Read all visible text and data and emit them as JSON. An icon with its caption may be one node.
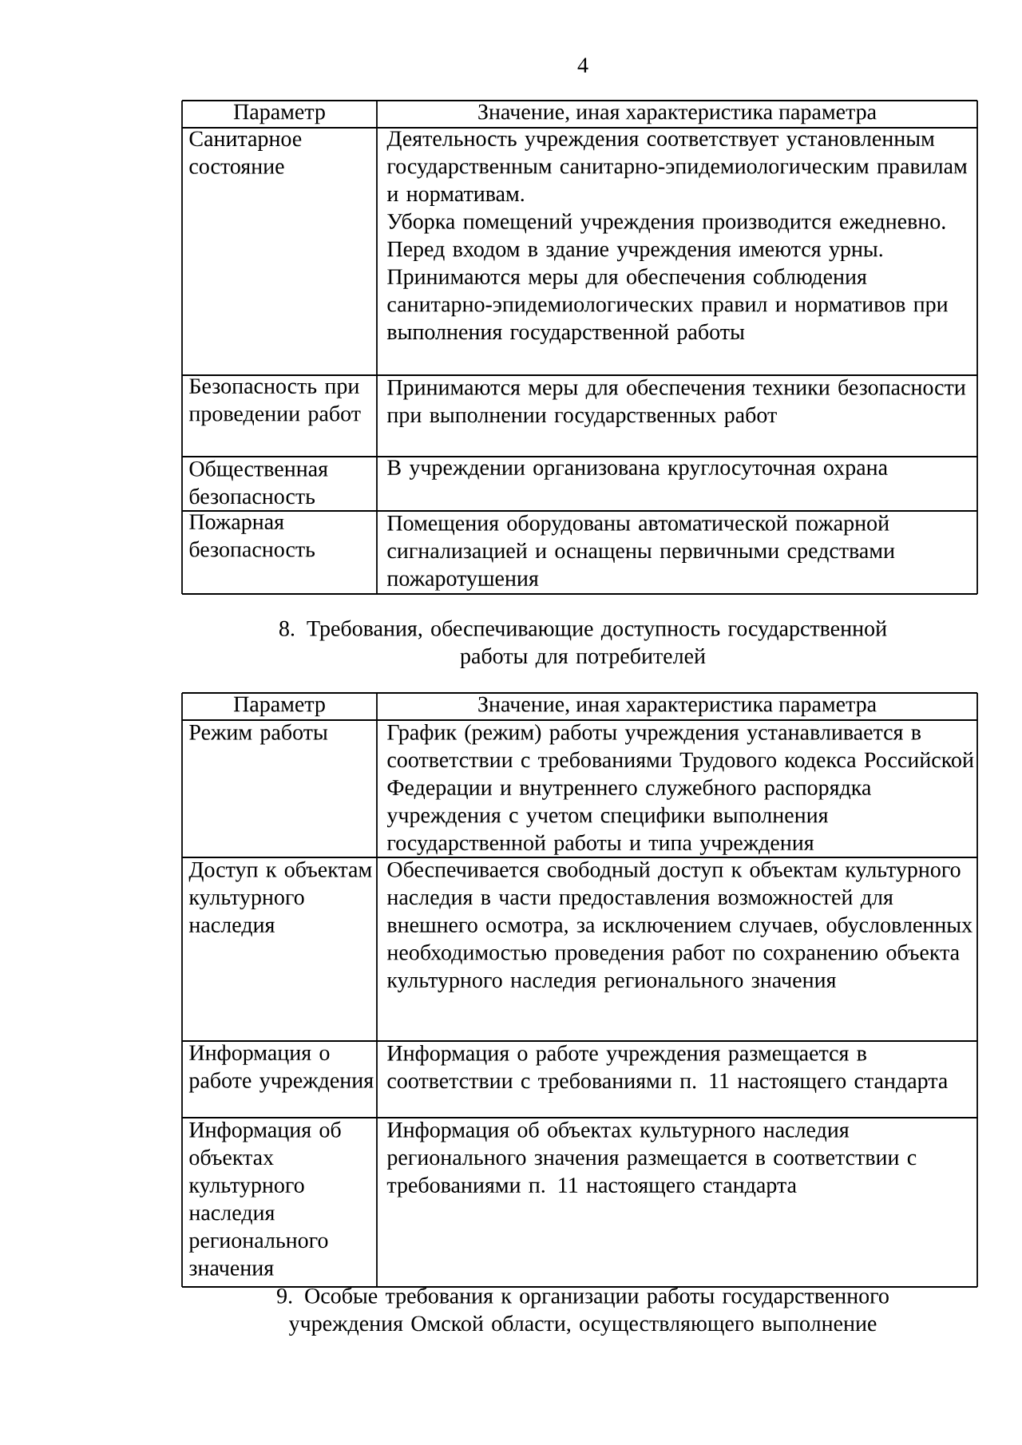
{
  "diagram": {
    "labels": [
      "4",
      "Параметр",
      "Значение, иная характеристика параметра",
      "Санитарное состояние",
      "Деятельность учреждения соответствует установленным государственным санитарно-эпидемиологическим правилам и нормативам.",
      "Уборка помещений учреждения производится ежедневно.",
      "Перед входом в здание учреждения имеются урны.",
      "Принимаются меры для обеспечения соблюдения санитарно-эпидемиологических правил и нормативов при выполнения государственной работы",
      "Безопасность при проведении работ",
      "Принимаются меры для обеспечения техники безопасности при выполнении государственных работ",
      "Общественная безопасность",
      "В учреждении организована круглосуточная охрана",
      "Пожарная безопасность",
      "Помещения оборудованы автоматической пожарной сигнализацией и оснащены первичными средствами пожаротушения",
      "8. Требования, обеспечивающие доступность государственной работы для потребителей",
      "Параметр",
      "Значение, иная характеристика параметра",
      "Режим работы",
      "График (режим) работы учреждения устанавливается в соответствии с требованиями Трудового кодекса Российской Федерации и внутреннего служебного распорядка учреждения с учетом специфики выполнения государственной работы и типа учреждения",
      "Доступ к объектам культурного наследия",
      "Обеспечивается свободный доступ к объектам культурного наследия в части предоставления возможностей для внешнего осмотра, за исключением случаев, обусловленных необходимостью проведения работ по сохранению объекта культурного наследия регионального значения",
      "Информация о работе учреждения",
      "Информация о работе учреждения размещается в соответствии с требованиями п. 11 настоящего стандарта",
      "Информация об объектах культурного наследия регионального значения",
      "Информация об объектах культурного наследия регионального значения размещается в соответствии с требованиями п. 11 настоящего стандарта",
      "9. Особые требования к организации работы государственного учреждения Омской области, осуществляющего выполнение"
    ]
  }
}
